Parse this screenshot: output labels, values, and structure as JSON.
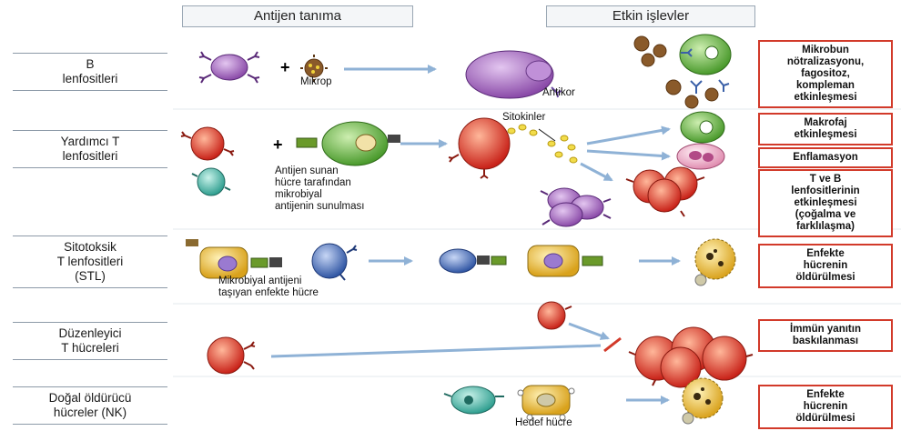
{
  "headers": {
    "left": "Antijen tanıma",
    "right": "Etkin işlevler"
  },
  "rows": [
    {
      "label_line1": "B",
      "label_line2": "lenfositleri"
    },
    {
      "label_line1": "Yardımcı T",
      "label_line2": "lenfositleri"
    },
    {
      "label_line1": "Sitotoksik",
      "label_line2": "T lenfositleri",
      "label_line3": "(STL)"
    },
    {
      "label_line1": "Düzenleyici",
      "label_line2": "T hücreleri"
    },
    {
      "label_line1": "Doğal öldürücü",
      "label_line2": "hücreler (NK)"
    }
  ],
  "annotations": {
    "mikrop": "Mikrop",
    "antikor": "Antikor",
    "sitokinler": "Sitokinler",
    "apc_line1": "Antijen sunan",
    "apc_line2": "hücre tarafından",
    "apc_line3": "mikrobiyal",
    "apc_line4": "antijenin sunulması",
    "infected_line1": "Mikrobiyal antijeni",
    "infected_line2": "taşıyan enfekte hücre",
    "hedef": "Hedef hücre"
  },
  "outcomes": {
    "b_line1": "Mikrobun",
    "b_line2": "nötralizasyonu,",
    "b_line3": "fagositoz,",
    "b_line4": "kompleman",
    "b_line5": "etkinleşmesi",
    "makrofaj_line1": "Makrofaj",
    "makrofaj_line2": "etkinleşmesi",
    "enflamasyon": "Enflamasyon",
    "tb_line1": "T ve B",
    "tb_line2": "lenfositlerinin",
    "tb_line3": "etkinleşmesi",
    "tb_line4": "(çoğalma ve",
    "tb_line5": "farklılaşma)",
    "stl_line1": "Enfekte",
    "stl_line2": "hücrenin",
    "stl_line3": "öldürülmesi",
    "reg_line1": "İmmün yanıtın",
    "reg_line2": "baskılanması",
    "nk_line1": "Enfekte",
    "nk_line2": "hücrenin",
    "nk_line3": "öldürülmesi"
  },
  "colors": {
    "b_cell": "#9b5fb5",
    "helper_t": "#d8342a",
    "apc": "#5fae3a",
    "cytotoxic": "#3f66b0",
    "infected": "#e6b52a",
    "nk": "#3fb3a5",
    "outline_red": "#d23a2a",
    "arrow": "#8fb2d6"
  }
}
